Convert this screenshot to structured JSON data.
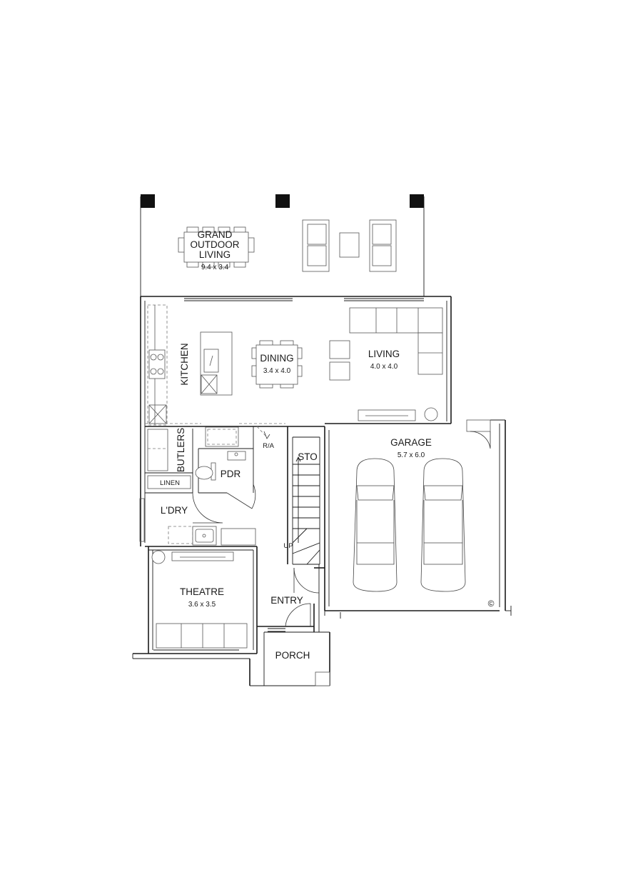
{
  "rooms": {
    "outdoor": {
      "line1": "GRAND",
      "line2": "OUTDOOR",
      "line3": "LIVING",
      "size": "9.4 x 3.4"
    },
    "kitchen": {
      "label": "KITCHEN"
    },
    "dining": {
      "label": "DINING",
      "size": "3.4 x 4.0"
    },
    "living": {
      "label": "LIVING",
      "size": "4.0 x 4.0"
    },
    "butlers": {
      "label": "BUTLERS"
    },
    "ra": {
      "label": "R/A"
    },
    "sto": {
      "label": "STO"
    },
    "garage": {
      "label": "GARAGE",
      "size": "5.7 x 6.0"
    },
    "pdr": {
      "label": "PDR"
    },
    "linen": {
      "label": "LINEN"
    },
    "ldry": {
      "label": "L'DRY"
    },
    "up": {
      "label": "UP"
    },
    "theatre": {
      "label": "THEATRE",
      "size": "3.6 x 3.5"
    },
    "entry": {
      "label": "ENTRY"
    },
    "porch": {
      "label": "PORCH"
    }
  },
  "copyright": {
    "symbol": "©"
  }
}
